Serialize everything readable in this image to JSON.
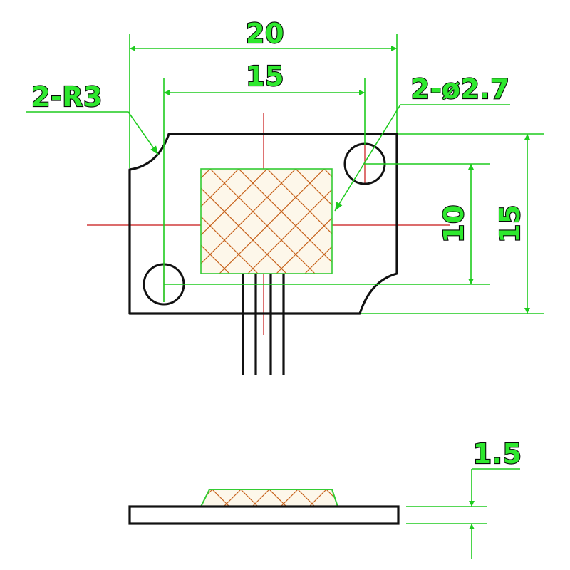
{
  "colors": {
    "outline": "#111111",
    "dimension": "#1ecb1e",
    "centerline": "#c81414",
    "hatch": "#c8641e",
    "hatch_border": "#33cc33",
    "hatch_fill": "#fdf7ea",
    "label_fill": "#2ee82e",
    "label_stroke": "#0a0a0a"
  },
  "top_view": {
    "overall_width_label": "20",
    "hole_spacing_label": "15",
    "corner_radius_label": "2-R3",
    "hole_diameter_label": "2-ø2.7",
    "hole_vertical_spacing_label": "10",
    "overall_height_label": "15",
    "pin_count": 4
  },
  "side_view": {
    "thickness_label": "1.5"
  }
}
